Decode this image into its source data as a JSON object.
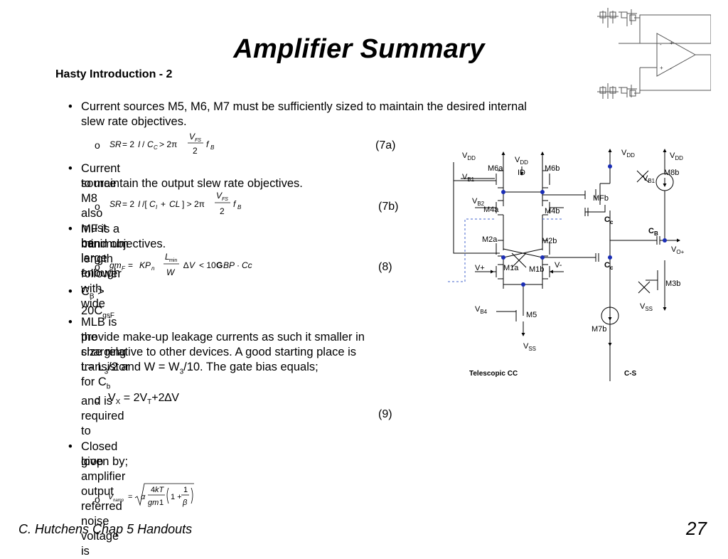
{
  "slide": {
    "title": "Amplifier Summary",
    "subtitle": "Hasty Introduction - 2",
    "page_number": "27",
    "footer": "C. Hutchens Chap 5 Handouts"
  },
  "bullets": {
    "b1_line1": "Current sources M5, M6, M7 must be sufficiently sized to maintain the desired internal",
    "b1_line2": "slew rate objectives.",
    "eq7a_num": "(7a)",
    "b2_line1": "Current source M8 also must be large enough",
    "b2_line2": "to maintain the output slew rate objectives.",
    "eq7b_num": "(7b)",
    "b3_line1": "MF is a minimum length follower with wide",
    "b3_line2": "band objectives.",
    "eq8_num": "(8)",
    "b4_cb": "C",
    "b4_cb_sub": "B",
    "b4_rel": " > 20C",
    "b4_gs_sub": "gsF",
    "b5_line1_a": "MLB is the charging transistor for C",
    "b5_line1_sub": "b",
    "b5_line1_b": " and is required to",
    "b5_line2": "provide make-up leakage currents as such it smaller in",
    "b5_line3": "size relative to other devices.   A good starting place is",
    "b5_line4_a": "L= L",
    "b5_line4_sub1": "3",
    "b5_line4_b": "/2 and W = W",
    "b5_line4_sub2": "3",
    "b5_line4_c": "/10. The gate bias equals;",
    "vx_a": "V",
    "vx_sub": "X",
    "vx_b": " = 2V",
    "vx_sub2": "T",
    "vx_c": "+2∆V",
    "eq9_num": "(9)",
    "b6_line1": "Closed loop amplifier output referred noise voltage is",
    "b6_line2": "given by;"
  },
  "equations": {
    "eq7a": "SR = 2I / C_C > 2π (V_FS / 2) f_B",
    "eq7b": "SR = 2I /[C_I + CL] > 2π (V_FS / 2) f_B",
    "eq8": "gm_F = KP_n (L_min / W) ∆V < 10GBP · Cc",
    "eq_noise": "V_namp = sqrt( α (4kT / gm1) (1 + 1/β) )"
  },
  "schematic": {
    "caption_left": "Telescopic CC",
    "caption_right": "C-S",
    "labels": {
      "vdd": "V",
      "vdd_sub": "DD",
      "vss": "V",
      "vss_sub": "SS",
      "vb1": "V",
      "vb1_sub": "B1",
      "vb2": "V",
      "vb2_sub": "B2",
      "vb4": "V",
      "vb4_sub": "B4",
      "m6a": "M6a",
      "m6b": "M6b",
      "id": "ID",
      "m4a": "M4a",
      "m4b": "M4b",
      "m2a": "M2a",
      "m2b": "M2b",
      "m1a": "M1a",
      "m1b": "M1b",
      "m5": "M5",
      "vplus": "V+",
      "vminus": "V-",
      "mfb": "MFb",
      "m8b": "M8b",
      "m3b": "M3b",
      "m7b": "M7b",
      "cc": "C",
      "cc_sub": "c",
      "cb": "C",
      "cb_sub": "B",
      "vo": "V",
      "vo_sub": "O+"
    }
  }
}
